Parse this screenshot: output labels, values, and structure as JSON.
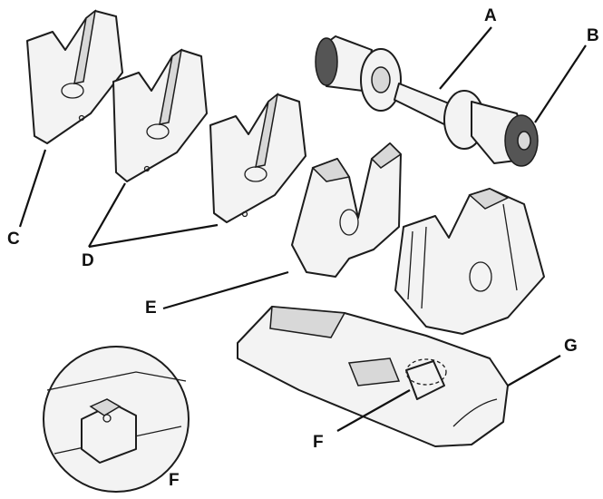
{
  "labels": {
    "a": "A",
    "b": "B",
    "c": "C",
    "d": "D",
    "e": "E",
    "f_main": "F",
    "f_detail": "F",
    "g": "G"
  },
  "colors": {
    "line": "#1c1c1c",
    "fill": "#f3f3f3",
    "shade": "#d8d8d8"
  }
}
